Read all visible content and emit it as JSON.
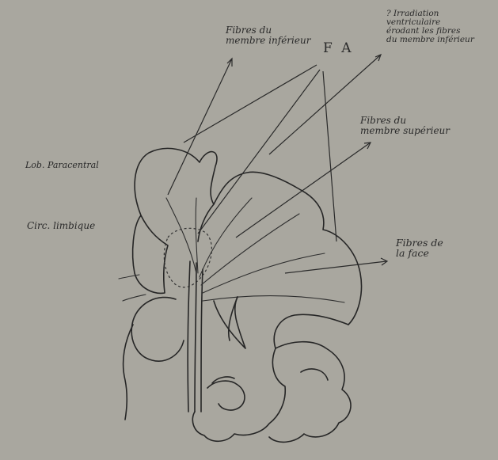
{
  "diagram": {
    "paper_color": "#a9a79f",
    "ink_color": "#262626",
    "labels": {
      "fibres_membre_inferieur": [
        "Fibres du",
        "membre inférieur"
      ],
      "fa": "F A",
      "irradiation": [
        "? Irradiation",
        "ventriculaire",
        "érodant les fibres",
        "du membre inférieur"
      ],
      "fibres_membre_superieur": [
        "Fibres du",
        "membre supérieur"
      ],
      "lob_paracentral": "Lob. Paracentral",
      "circ_limbique": "Circ. limbique",
      "fibres_face": [
        "Fibres de",
        "la face"
      ]
    }
  }
}
